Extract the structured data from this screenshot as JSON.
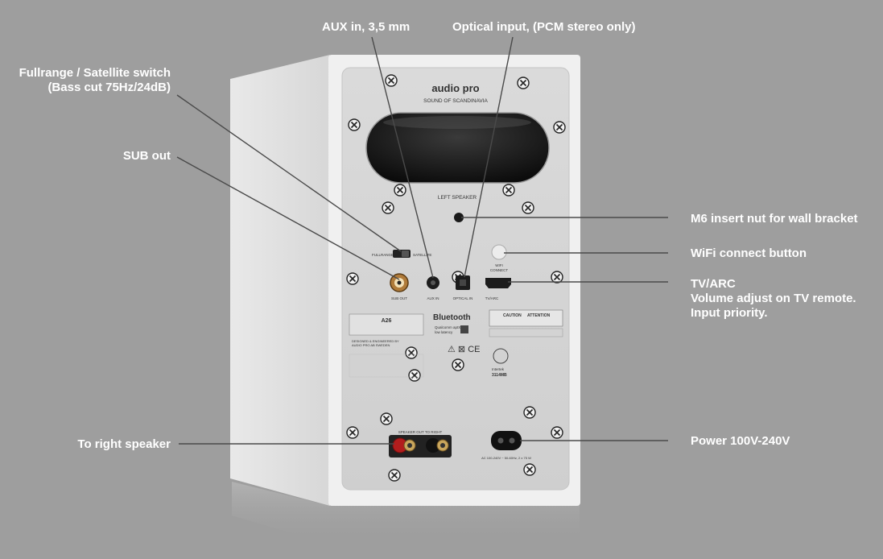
{
  "callouts": {
    "aux": "AUX in, 3,5 mm",
    "optical": "Optical input, (PCM stereo only)",
    "switch_line1": "Fullrange / Satellite switch",
    "switch_line2": "(Bass cut 75Hz/24dB)",
    "sub": "SUB out",
    "m6": "M6 insert nut for wall bracket",
    "wifi": "WiFi connect button",
    "tv_line1": "TV/ARC",
    "tv_line2": "Volume adjust on TV remote.",
    "tv_line3": "Input priority.",
    "right": "To right speaker",
    "power": "Power 100V-240V"
  },
  "panel": {
    "brand": "audio pro",
    "tagline": "SOUND OF SCANDINAVIA",
    "speaker_label": "LEFT SPEAKER",
    "fullrange": "FULLRANGE",
    "satellite": "SATELLITE",
    "wifi_label_1": "WIFI",
    "wifi_label_2": "CONNECT",
    "sub_out": "SUB OUT",
    "aux_in": "AUX IN",
    "optical_in": "OPTICAL IN",
    "tv_arc": "TV/ARC",
    "model": "A26",
    "bluetooth": "Bluetooth",
    "qualcomm_1": "Qualcomm aptX",
    "qualcomm_2": "low latency",
    "caution": "CAUTION",
    "attention": "ATTENTION",
    "designed_1": "DESIGNED & ENGINEERED BY",
    "designed_2": "AUDIO PRO AB SWEDEN",
    "speaker_out": "SPEAKER OUT TO RIGHT",
    "intertek": "Intertek",
    "cert_no": "3114MB",
    "power_rating": "AC 100-240V ~ 50-60Hz, 2 x 75 W"
  }
}
